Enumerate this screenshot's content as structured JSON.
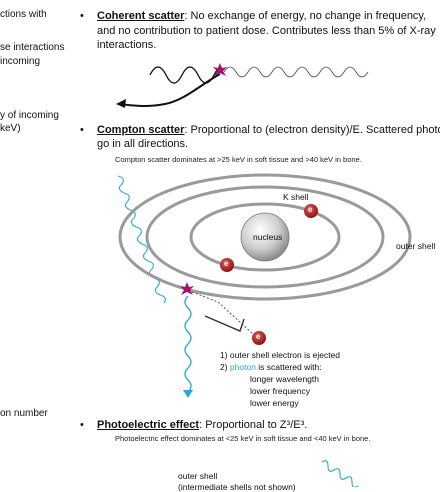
{
  "left_column": [
    "ctions with",
    "se interactions",
    "incoming",
    "y of incoming",
    "keV)",
    "on number"
  ],
  "sections": {
    "coherent": {
      "term": "Coherent scatter",
      "desc_line1": ": No exchange of energy, no change in frequency,",
      "desc_line2": "and no contribution to patient dose. Contributes less than 5% of X-ray",
      "desc_line3": "interactions."
    },
    "compton": {
      "term": "Compton scatter",
      "desc_line1": ": Proportional to (electron density)/E. Scattered photo",
      "desc_line2": "go in all directions.",
      "note": "Compton scatter dominates at >25 keV in soft tissue and >40 keV in bone."
    },
    "photoelectric": {
      "term": "Photoelectric effect",
      "desc": ": Proportional to Z³/E³.",
      "note": "Photoelectric effect dominates at <25 keV in soft tissue and <40 keV in bone."
    }
  },
  "diagram": {
    "k_shell": "K shell",
    "nucleus": "nucleus",
    "outer_shell": "outer shell",
    "electron_symbol": "e",
    "step1": "1) outer shell electron is ejected",
    "step2_prefix": "2) ",
    "step2_photon": "photon",
    "step2_suffix": " is scattered with:",
    "effects": [
      "longer wavelength",
      "lower frequency",
      "lower energy"
    ],
    "bottom_outer_shell": "outer shell",
    "bottom_intermediate": "(intermediate shells not shown)"
  },
  "colors": {
    "photon_blue": "#2aa7d8",
    "electron_red": "#b22222",
    "impact_magenta": "#a0126b",
    "shell_gray": "#9a9a9a"
  }
}
